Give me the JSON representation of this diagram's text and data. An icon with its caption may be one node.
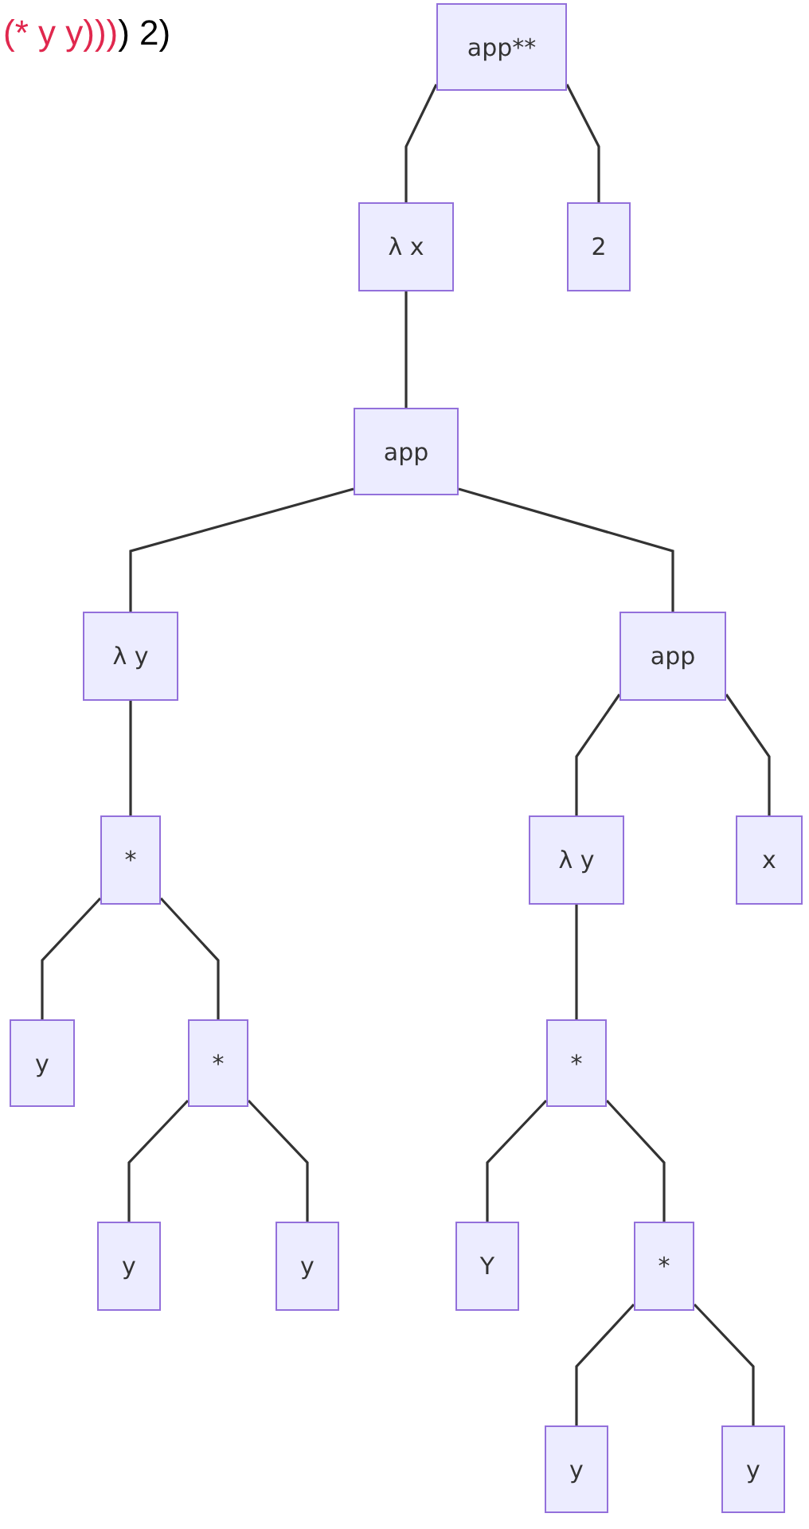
{
  "diagram": {
    "nodes": [
      {
        "text": [
          "app**"
        ]
      },
      {
        "text": [
          "λ x"
        ]
      },
      {
        "text": [
          "2"
        ]
      },
      {
        "text": [
          "app"
        ]
      },
      {
        "text": [
          "λ y"
        ]
      },
      {
        "text": [
          "app"
        ]
      },
      {
        "text": [
          "*"
        ]
      },
      {
        "text": [
          "λ y"
        ]
      },
      {
        "text": [
          "x"
        ]
      },
      {
        "text": [
          "y"
        ]
      },
      {
        "text": [
          "*"
        ]
      },
      {
        "text": [
          "*"
        ]
      },
      {
        "text": [
          "y"
        ]
      },
      {
        "text": [
          "y"
        ]
      },
      {
        "text": [
          "Y"
        ]
      },
      {
        "text": [
          "*"
        ]
      },
      {
        "text": [
          "y"
        ]
      },
      {
        "text": [
          "y"
        ]
      }
    ],
    "edges": [
      {
        "from": 0,
        "to": 1,
        "arrow": "none"
      },
      {
        "from": 0,
        "to": 2,
        "arrow": "none"
      },
      {
        "from": 1,
        "to": 3,
        "arrow": "none"
      },
      {
        "from": 3,
        "to": 4,
        "arrow": "none"
      },
      {
        "from": 3,
        "to": 5,
        "arrow": "none"
      },
      {
        "from": 4,
        "to": 6,
        "arrow": "none"
      },
      {
        "from": 5,
        "to": 7,
        "arrow": "none"
      },
      {
        "from": 5,
        "to": 8,
        "arrow": "none"
      },
      {
        "from": 6,
        "to": 9,
        "arrow": "none"
      },
      {
        "from": 6,
        "to": 10,
        "arrow": "none"
      },
      {
        "from": 7,
        "to": 11,
        "arrow": "none"
      },
      {
        "from": 10,
        "to": 12,
        "arrow": "none"
      },
      {
        "from": 10,
        "to": 13,
        "arrow": "none"
      },
      {
        "from": 11,
        "to": 14,
        "arrow": "none"
      },
      {
        "from": 11,
        "to": 15,
        "arrow": "none"
      },
      {
        "from": 15,
        "to": 16,
        "arrow": "none"
      },
      {
        "from": 15,
        "to": 17,
        "arrow": "none"
      }
    ],
    "labels": [
      "(* y y)))",
      ") 2)"
    ]
  }
}
